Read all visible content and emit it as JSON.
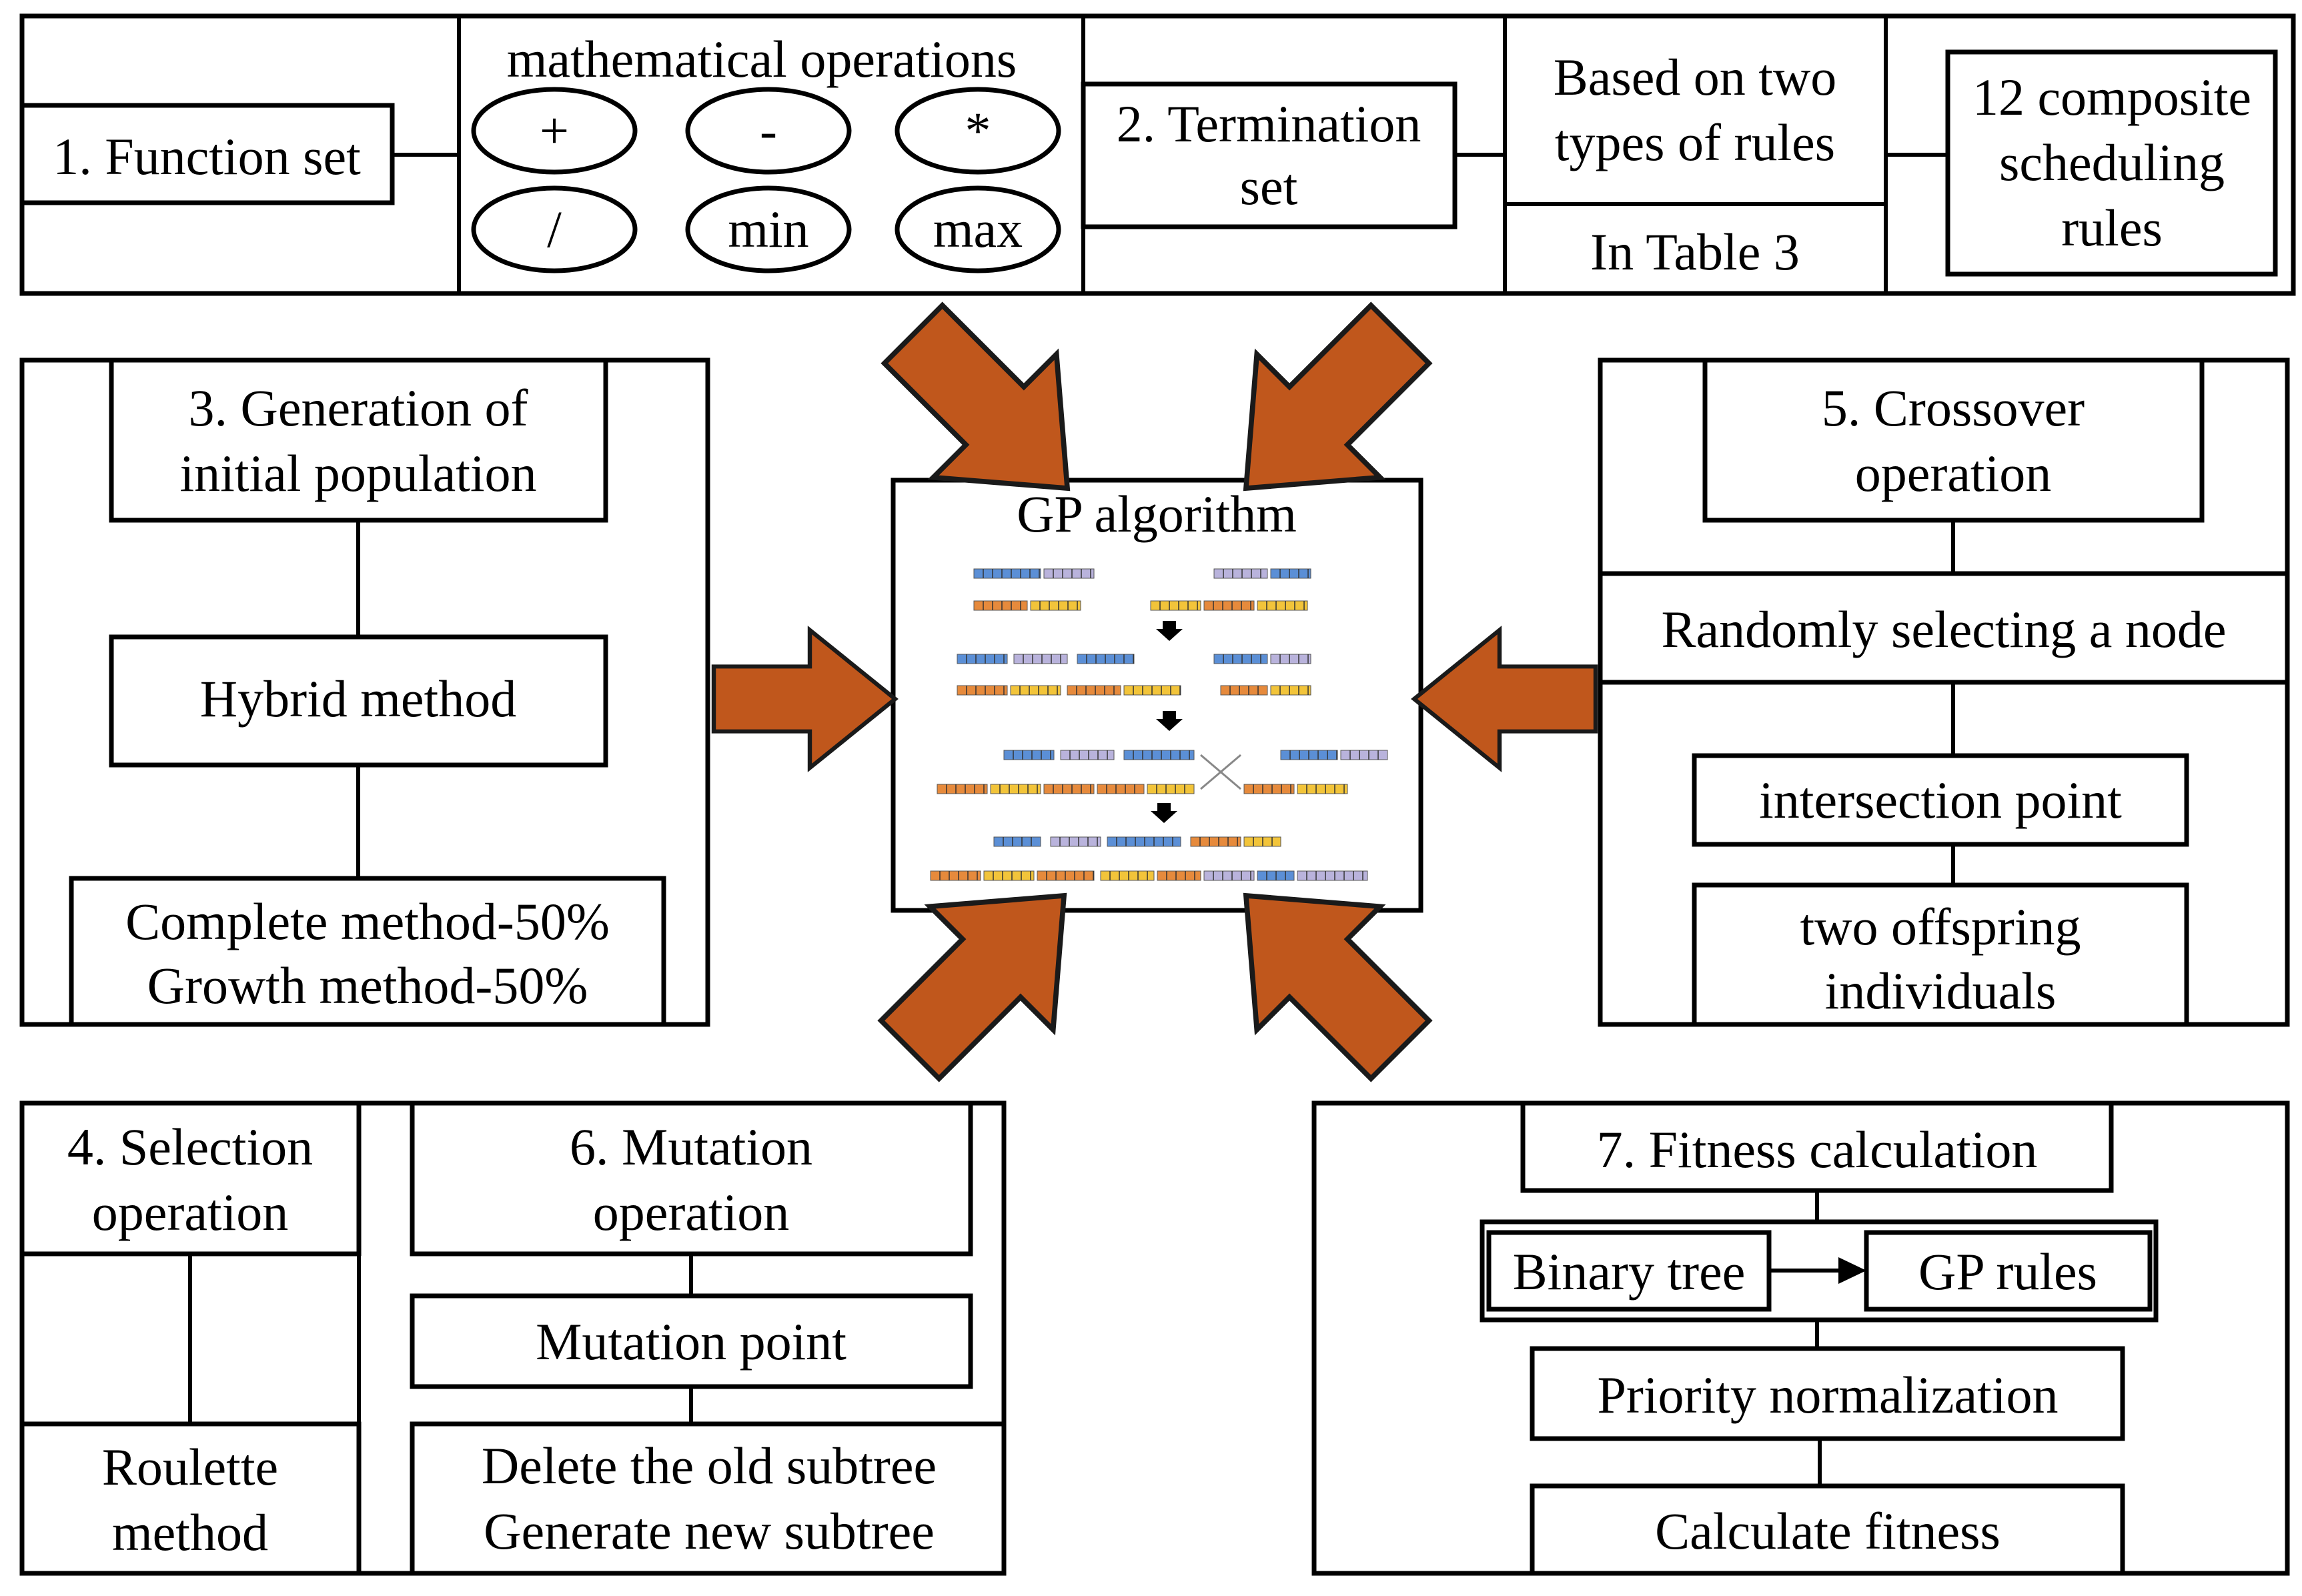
{
  "section1": {
    "function_set": "1. Function set",
    "math_title": "mathematical operations",
    "operators": [
      "+",
      "-",
      "*",
      "/",
      "min",
      "max"
    ]
  },
  "section2": {
    "termination_line1": "2. Termination",
    "termination_line2": "set",
    "rules_line1": "Based on two",
    "rules_line2": "types of rules",
    "table_ref": "In Table 3",
    "composite_line1": "12 composite",
    "composite_line2": "scheduling",
    "composite_line3": "rules"
  },
  "center": {
    "title": "GP algorithm",
    "picture": {
      "bar_colors": [
        "#5b8fd6",
        "#b9b3dc",
        "#e68a3c",
        "#f2c43a"
      ]
    }
  },
  "section3": {
    "title_line1": "3. Generation of",
    "title_line2": "initial population",
    "method": "Hybrid method",
    "complete": "Complete method-50%",
    "growth": "Growth method-50%"
  },
  "section5": {
    "title_line1": "5. Crossover",
    "title_line2": "operation",
    "select": "Randomly selecting a node",
    "intersection": "intersection point",
    "offspring_line1": "two offspring",
    "offspring_line2": "individuals"
  },
  "section4": {
    "title_line1": "4. Selection",
    "title_line2": "operation",
    "method_line1": "Roulette",
    "method_line2": "method"
  },
  "section6": {
    "title_line1": "6. Mutation",
    "title_line2": "operation",
    "point": "Mutation point",
    "delete": "Delete the old subtree",
    "generate": "Generate new subtree"
  },
  "section7": {
    "title": "7. Fitness calculation",
    "binary_tree": "Binary tree",
    "gp_rules": "GP rules",
    "normalization": "Priority normalization",
    "calculate": "Calculate fitness"
  },
  "colors": {
    "arrow": "#c0571c",
    "stroke": "#000000"
  }
}
